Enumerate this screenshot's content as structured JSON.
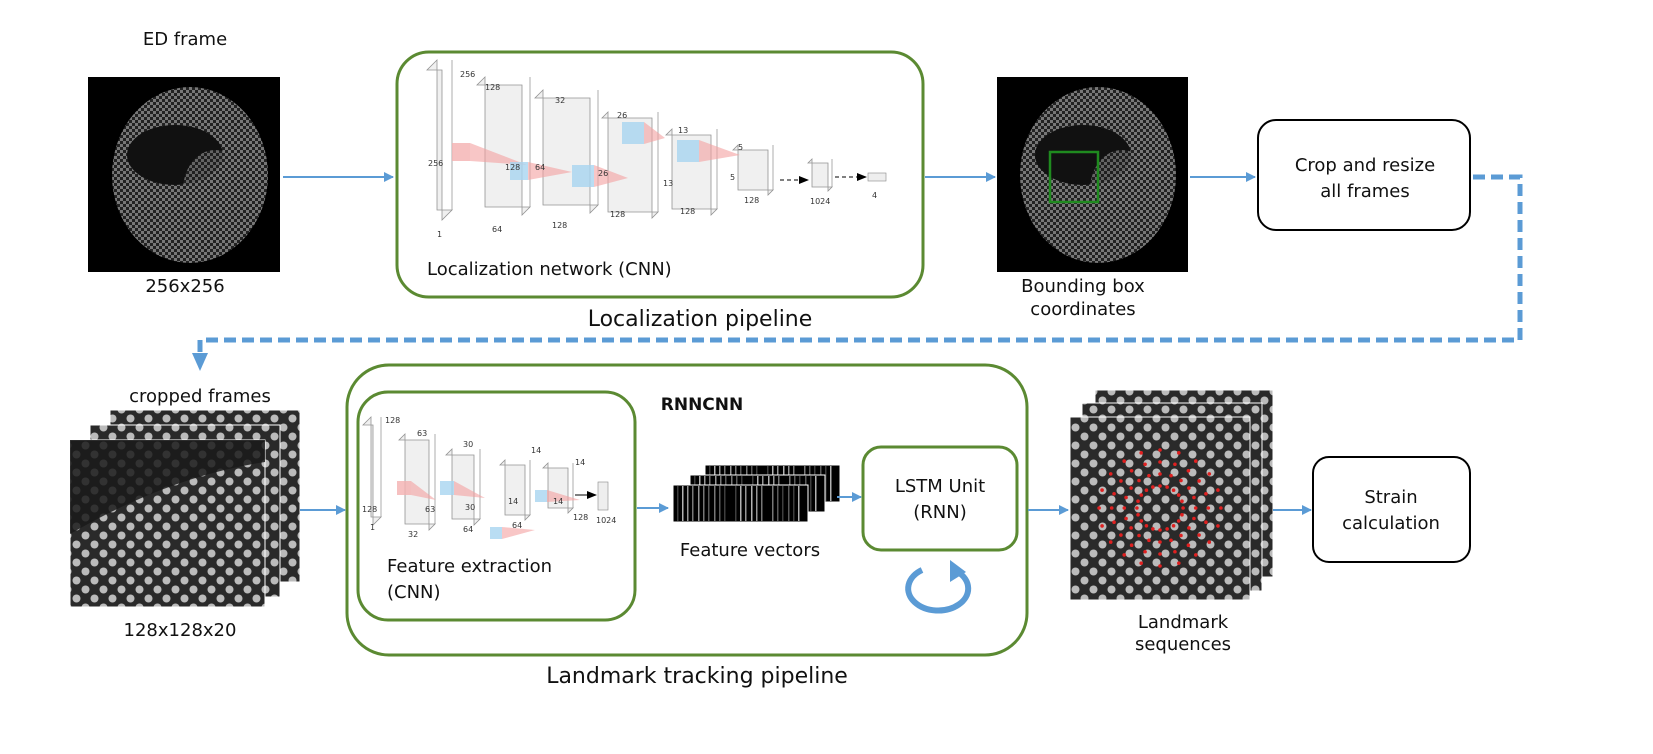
{
  "top": {
    "ed_frame_title": "ED frame",
    "ed_frame_size": "256x256",
    "localization_network_label": "Localization network (CNN)",
    "localization_pipeline_title": "Localization pipeline",
    "localization_cnn_labels": [
      "256",
      "256",
      "128",
      "128",
      "32",
      "64",
      "64",
      "128",
      "26",
      "26",
      "128",
      "13",
      "13",
      "128",
      "5",
      "5",
      "128",
      "1024",
      "4",
      "1"
    ],
    "bounding_box_label_line1": "Bounding box",
    "bounding_box_label_line2": "coordinates",
    "crop_line1": "Crop and resize",
    "crop_line2": "all frames"
  },
  "bottom": {
    "cropped_frames_title": "cropped frames",
    "cropped_frames_size": "128x128x20",
    "rnncnn_title": "RNNCNN",
    "feature_extraction_line1": "Feature extraction",
    "feature_extraction_line2": "(CNN)",
    "feature_cnn_labels": [
      "128",
      "128",
      "63",
      "63",
      "32",
      "30",
      "30",
      "64",
      "14",
      "14",
      "64",
      "14",
      "14",
      "128",
      "1024",
      "1"
    ],
    "feature_vectors_label": "Feature vectors",
    "lstm_line1": "LSTM Unit",
    "lstm_line2": "(RNN)",
    "landmark_line1": "Landmark",
    "landmark_line2": "sequences",
    "strain_line1": "Strain",
    "strain_line2": "calculation",
    "landmark_pipeline_title": "Landmark tracking pipeline"
  },
  "colors": {
    "box_green": "#5b8a32",
    "arrow_blue": "#5b9bd5",
    "bbox_green": "#1f8a1f",
    "landmark_red": "#e02020"
  }
}
